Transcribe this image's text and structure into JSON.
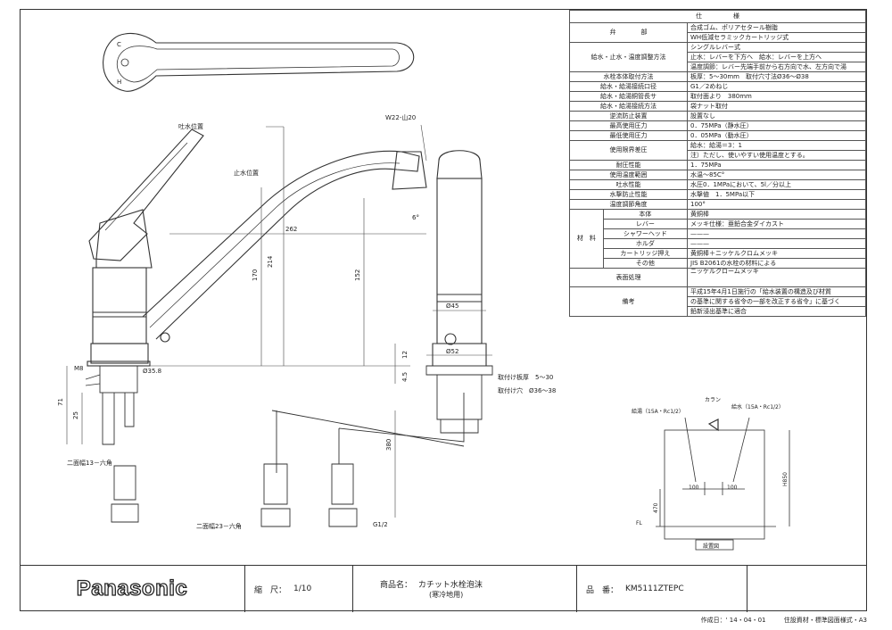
{
  "spec_table": {
    "header": "仕　　　　　様",
    "rows": [
      {
        "label": "弁　　　　部",
        "values": [
          "合成ゴム、ポリアセタール樹脂",
          "WH低減セラミックカートリッジ式"
        ]
      },
      {
        "label": "給水・止水・温度調整方法",
        "values": [
          "シングルレバー式",
          "止水：レバーを下方へ　給水：レバーを上方へ",
          "温度調節：レバー先端手前から右方向で水、左方向で湯"
        ]
      },
      {
        "label": "水栓本体取付方法",
        "values": [
          "板厚：5〜30mm　取付穴寸法Ø36〜Ø38"
        ]
      },
      {
        "label": "給水・給湯接続口径",
        "values": [
          "G1／2めねじ"
        ]
      },
      {
        "label": "給水・給湯銅管長サ",
        "values": [
          "取付面より　380mm"
        ]
      },
      {
        "label": "給水・給湯接続方法",
        "values": [
          "袋ナット取付"
        ]
      },
      {
        "label": "逆流防止装置",
        "values": [
          "設置なし"
        ]
      },
      {
        "label": "最高使用圧力",
        "values": [
          "0．75MPa（静水圧）"
        ]
      },
      {
        "label": "最低使用圧力",
        "values": [
          "0．05MPa（動水圧）"
        ]
      },
      {
        "label": "使用限界差圧",
        "values": [
          "給水：給湯＝3：1",
          "注）ただし、使いやすい使用温度とする。"
        ]
      },
      {
        "label": "耐圧性能",
        "values": [
          "1．75MPa"
        ]
      },
      {
        "label": "使用温度範囲",
        "values": [
          "水温〜85C°"
        ]
      },
      {
        "label": "吐水性能",
        "values": [
          "水圧0．1MPaにおいて、5l／分以上"
        ]
      },
      {
        "label": "水撃防止性能",
        "values": [
          "水撃値　1．5MPa以下"
        ]
      },
      {
        "label": "温度調節角度",
        "values": [
          "100°"
        ]
      }
    ],
    "material_label": "材　料",
    "materials": [
      {
        "part": "本体",
        "value": "黄銅棒"
      },
      {
        "part": "レバー",
        "value": "メッキ仕様：亜鉛合金ダイカスト"
      },
      {
        "part": "シャワーヘッド",
        "value": "———"
      },
      {
        "part": "ホルダ",
        "value": "———"
      },
      {
        "part": "カートリッジ押え",
        "value": "黄銅棒＋ニッケルクロムメッキ"
      },
      {
        "part": "その他",
        "value": "JIS B2061の水栓の材料による"
      }
    ],
    "surface_label": "表面処理",
    "surface_value": "ニッケルクロームメッキ",
    "remarks_label": "備考",
    "remarks": [
      "平成15年4月1日施行の「給水装置の構造及び材質",
      "の基準に関する省令の一部を改正する省令」に基づく",
      "鉛新浸出基準に適合"
    ]
  },
  "drawing": {
    "lever_c": "C",
    "lever_h": "H",
    "spout_position": "吐水位置",
    "stop_position": "止水位置",
    "dim_262": "262",
    "dim_214": "214",
    "dim_170": "170",
    "dim_152": "152",
    "dim_w22": "W22-山20",
    "dim_6deg": "6°",
    "m8": "M8",
    "dim_358": "Ø35.8",
    "dim_71": "71",
    "dim_25": "25",
    "hex13": "二面幅13－六角",
    "hex23": "二面幅23－六角",
    "g12": "G1/2",
    "dim_380": "380",
    "dim_45": "Ø45",
    "dim_52": "Ø52",
    "dim_12": "12",
    "dim_45b": "4.5",
    "plate": "取付け板厚　5〜30",
    "hole": "取付け穴　Ø36〜38"
  },
  "install_diagram": {
    "hot": "給湯（15A・Rc1/2）",
    "cold": "給水（15A・Rc1/2）",
    "faucet": "カラン",
    "d100a": "100",
    "d100b": "100",
    "h850": "H850",
    "d470": "470",
    "fl": "FL",
    "caption": "設置図"
  },
  "title_block": {
    "logo": "Panasonic",
    "scale_label": "縮　尺：",
    "scale": "1/10",
    "product_label": "商品名：",
    "product": "カチット水栓泡沫",
    "product_sub": "(寒冷地用)",
    "model_label": "品　番：",
    "model": "KM5111ZTEPC"
  },
  "footer": {
    "date": "作成日：' 14・04・01",
    "doc": "住設資材・標準図面様式・A3"
  }
}
